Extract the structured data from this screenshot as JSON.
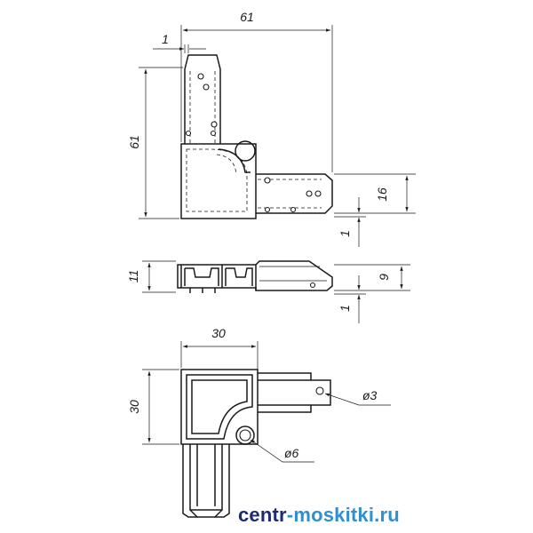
{
  "dimensions": {
    "top_width": "61",
    "top_offset": "1",
    "top_height": "61",
    "arm_height": "16",
    "arm_bottom_offset": "1",
    "side_height_total": "11",
    "side_height_arm": "9",
    "side_bottom_offset": "1",
    "bottom_width": "30",
    "bottom_height": "30",
    "hole_small": "ø3",
    "hole_large": "ø6"
  },
  "watermark": {
    "part1": "centr",
    "part2": "-moskitki.ru"
  },
  "colors": {
    "line": "#1a1a1a",
    "watermark_dark": "#1d2b72",
    "watermark_light": "#2f8fd0"
  }
}
